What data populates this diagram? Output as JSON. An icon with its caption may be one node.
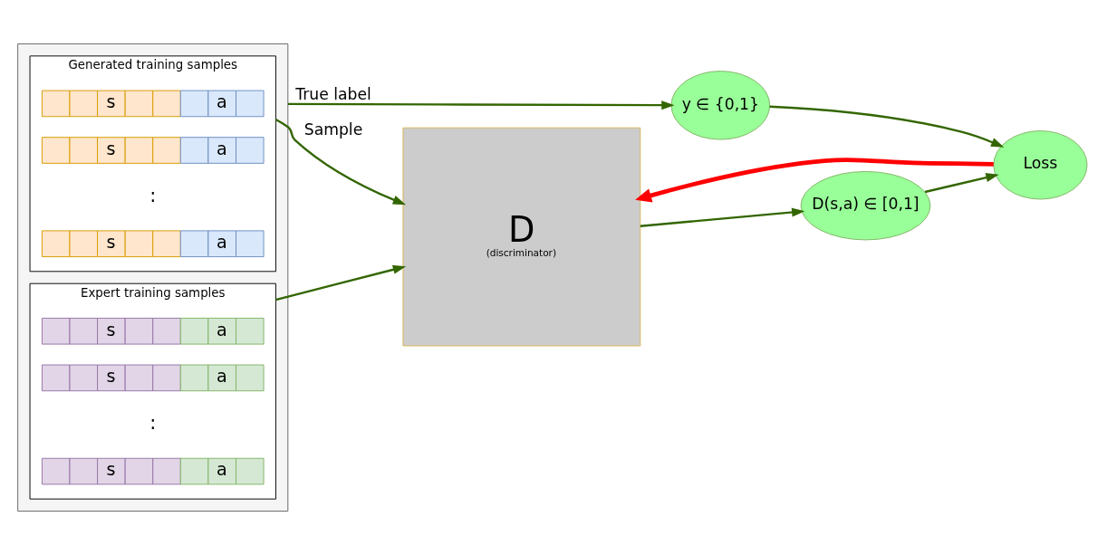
{
  "diagram": {
    "nodes": [
      {
        "text": [],
        "shape": "box"
      },
      {
        "text": [
          "Generated training samples"
        ],
        "in": 0
      },
      {
        "text": [
          "s",
          "a"
        ],
        "in": 1
      },
      {
        "text": [
          "s",
          "a"
        ],
        "in": 1
      },
      {
        "text": [
          "s",
          "a"
        ],
        "in": 1
      },
      {
        "text": [
          "Expert training samples"
        ],
        "in": 0
      },
      {
        "text": [
          "s",
          "a"
        ],
        "in": 5
      },
      {
        "text": [
          "s",
          "a"
        ],
        "in": 5
      },
      {
        "text": [
          "s",
          "a"
        ],
        "in": 5
      },
      {
        "text": [
          "y ∈ {0,1}"
        ]
      },
      {
        "text": [
          "Loss"
        ]
      },
      {
        "text": [
          "D",
          "(discriminator)"
        ]
      },
      {
        "text": [
          "D(s,a) ∈ [0,1]"
        ]
      }
    ],
    "edges": [
      {
        "from": 0,
        "to": 9,
        "arrow": "to",
        "label": "True label"
      },
      {
        "from": 9,
        "to": 10,
        "arrow": "to"
      },
      {
        "from": 1,
        "to": 11,
        "arrow": "to",
        "label": "Sample"
      },
      {
        "from": 5,
        "to": 11,
        "arrow": "to"
      },
      {
        "from": 11,
        "to": 12,
        "arrow": "to"
      },
      {
        "from": 12,
        "to": 10,
        "arrow": "to"
      },
      {
        "from": 10,
        "to": 11,
        "arrow": "to",
        "style": "thick",
        "color": "#ff0000"
      }
    ],
    "labels": [
      ":",
      ":"
    ]
  }
}
